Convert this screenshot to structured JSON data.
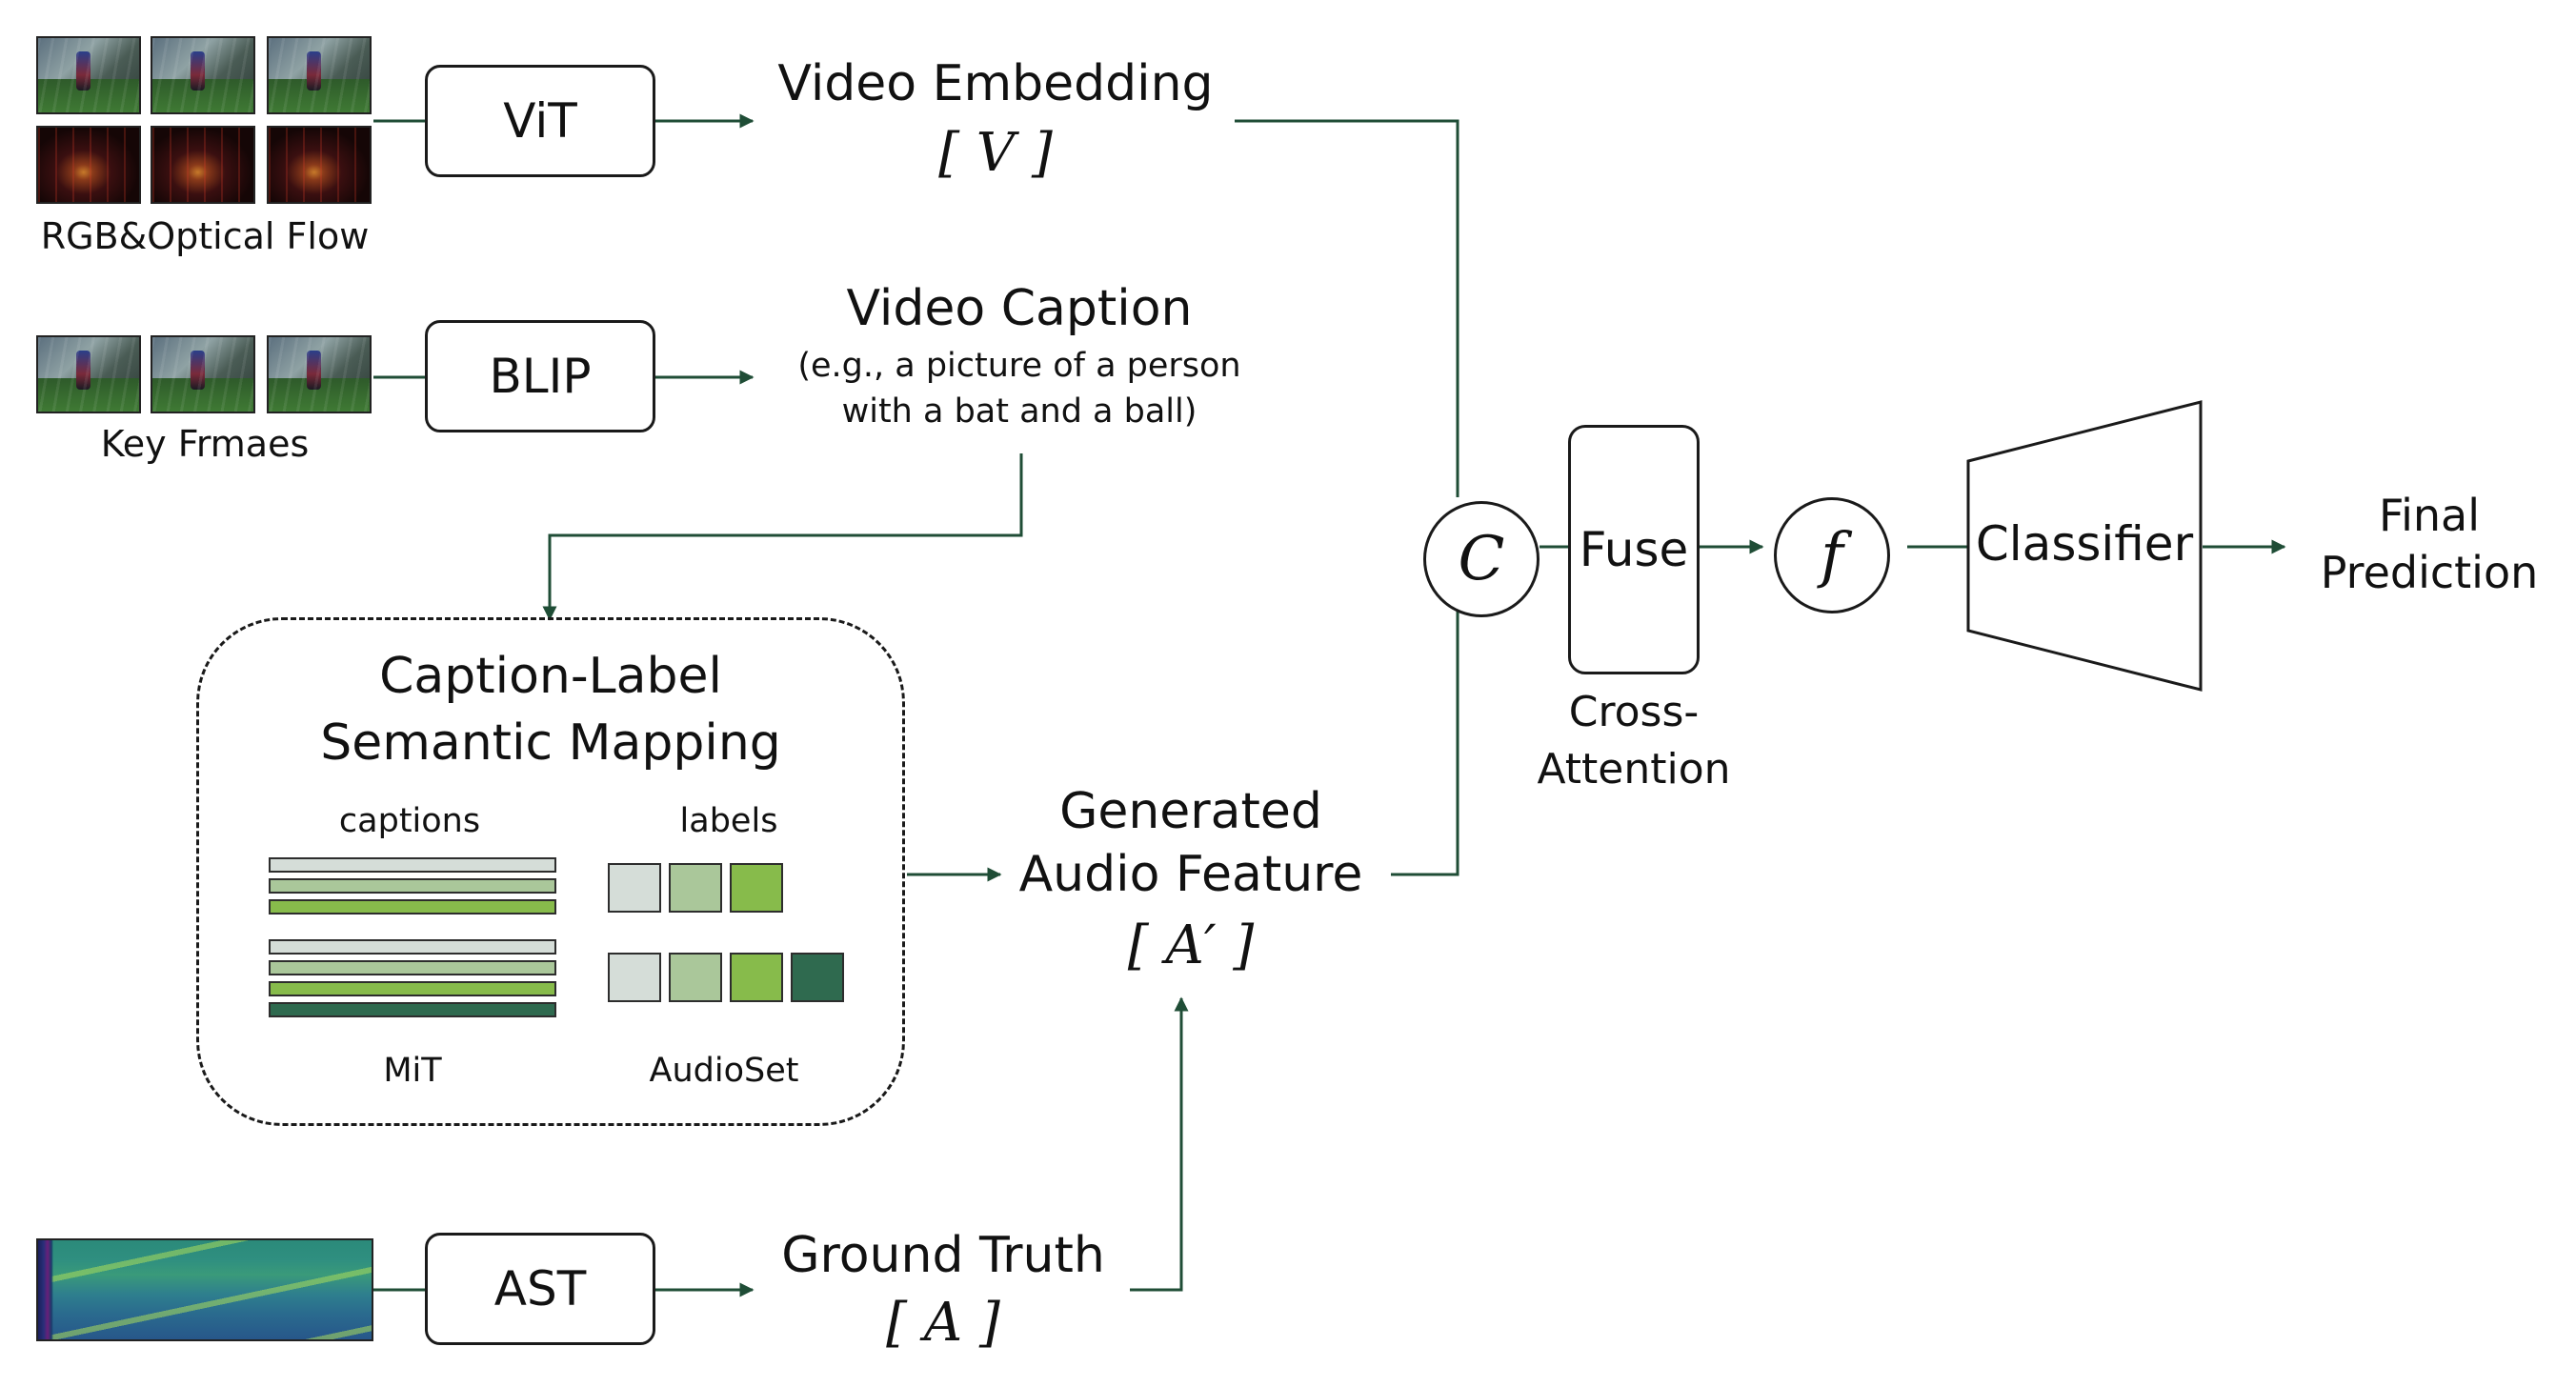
{
  "inputs": {
    "rgb_flow_label": "RGB&Optical Flow",
    "key_frames_label": "Key Frmaes"
  },
  "modules": {
    "vit": "ViT",
    "blip": "BLIP",
    "ast": "AST",
    "fuse": "Fuse",
    "classifier": "Classifier"
  },
  "outputs": {
    "video_embedding_title": "Video Embedding",
    "video_embedding_symbol": "[ V ]",
    "video_caption_title": "Video Caption",
    "video_caption_line1": "(e.g., a picture of a person",
    "video_caption_line2": "with a bat and a ball)",
    "generated_audio_line1": "Generated",
    "generated_audio_line2": "Audio Feature",
    "generated_audio_symbol": "[ A′ ]",
    "ground_truth_title": "Ground Truth",
    "ground_truth_symbol": "[ A ]",
    "final_line1": "Final",
    "final_line2": "Prediction"
  },
  "mapping": {
    "title_line1": "Caption-Label",
    "title_line2": "Semantic Mapping",
    "captions_label": "captions",
    "labels_label": "labels",
    "mit_label": "MiT",
    "audioset_label": "AudioSet"
  },
  "operators": {
    "concat": "C",
    "function": "f"
  },
  "fuse_caption": {
    "line1": "Cross-",
    "line2": "Attention"
  },
  "colors": {
    "arrow": "#1f4d36",
    "green_light": "#d5ddd8",
    "green_mid": "#aac79a",
    "green_bright": "#87bb4b",
    "green_dark": "#2f6a4f"
  }
}
